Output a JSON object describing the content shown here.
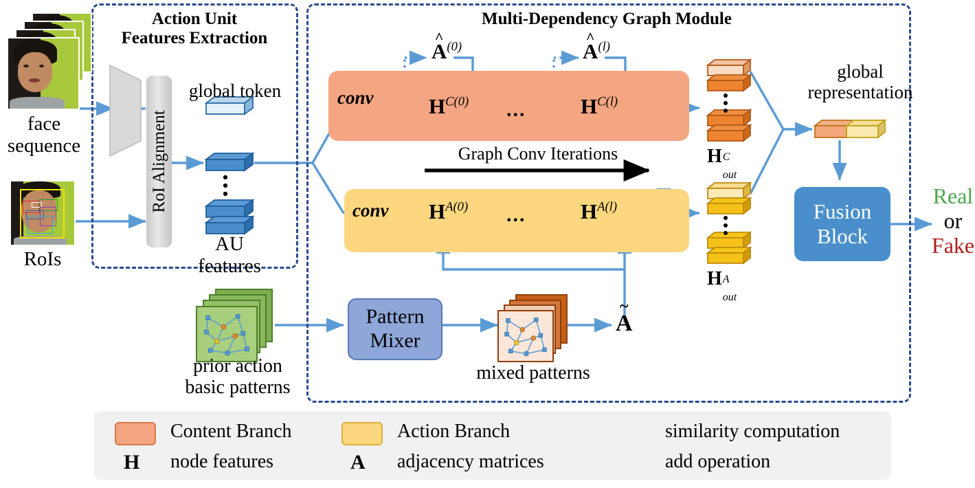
{
  "figure": {
    "modules": {
      "left": {
        "title_line1": "Action Unit",
        "title_line2": "Features Extraction"
      },
      "right": {
        "title": "Multi-Dependency Graph Module"
      }
    },
    "inputs": {
      "face_sequence_label_line1": "face",
      "face_sequence_label_line2": "sequence",
      "rois_label": "RoIs",
      "prior_patterns_line1": "prior action",
      "prior_patterns_line2": "basic patterns"
    },
    "extraction": {
      "roi_alignment_label": "RoI Alignment",
      "global_token_label": "global token",
      "au_features_line1": "AU",
      "au_features_line2": "features"
    },
    "content_branch": {
      "conv_label": "conv",
      "adj_first": {
        "base": "A",
        "sup": "(0)"
      },
      "adj_last": {
        "base": "A",
        "sup": "(l)"
      },
      "node_first": {
        "base": "H",
        "sup": "C(0)"
      },
      "node_last": {
        "base": "H",
        "sup": "C(l)"
      },
      "ellipsis": "...",
      "output": {
        "base": "H",
        "sup": "C",
        "sub": "out"
      }
    },
    "action_branch": {
      "conv_label": "conv",
      "node_first": {
        "base": "H",
        "sup": "A(0)"
      },
      "node_last": {
        "base": "H",
        "sup": "A(l)"
      },
      "ellipsis": "...",
      "output": {
        "base": "H",
        "sup": "A",
        "sub": "out"
      }
    },
    "iterations_label": "Graph Conv Iterations",
    "pattern_path": {
      "pattern_mixer_line1": "Pattern",
      "pattern_mixer_line2": "Mixer",
      "mixed_patterns_label": "mixed patterns",
      "mixed_adjacency_symbol": "A"
    },
    "output_stage": {
      "global_repr_line1": "global",
      "global_repr_line2": "representation",
      "fusion_block_line1": "Fusion",
      "fusion_block_line2": "Block",
      "verdict_real": "Real",
      "verdict_or": "or",
      "verdict_fake": "Fake"
    },
    "legend": {
      "items": [
        {
          "id": "content-branch",
          "symbol": "swatch",
          "line1": "Content Branch",
          "line2": ""
        },
        {
          "id": "node-features",
          "symbol": "H",
          "line1": "node features",
          "line2": ""
        },
        {
          "id": "action-branch",
          "symbol": "swatch",
          "line1": "Action Branch",
          "line2": ""
        },
        {
          "id": "adjacency-matrices",
          "symbol": "A",
          "line1": "adjacency matrices",
          "line2": ""
        },
        {
          "id": "similarity-computation",
          "symbol": "dotted-arrow",
          "line1": "similarity computation",
          "line2": ""
        },
        {
          "id": "add-operation",
          "symbol": "circled-plus",
          "line1": "add operation",
          "line2": ""
        }
      ],
      "symbol_h": "H",
      "symbol_a": "A"
    },
    "colors": {
      "content_branch": "#F4A582",
      "action_branch": "#FCD77F",
      "arrow_blue": "#5B9BD5",
      "frame_blue": "#2A4B8D",
      "fusion_block": "#4A8FCB",
      "pattern_mixer": "#8EA6D8",
      "real_green": "#4CA64C",
      "fake_red": "#B01B1B",
      "legend_bg": "#F1F1F1"
    }
  }
}
